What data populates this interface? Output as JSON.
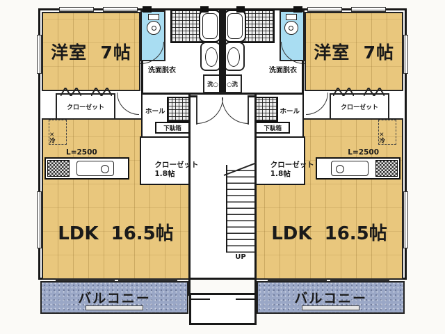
{
  "units": {
    "left": {
      "bedroom": "洋室  7帖",
      "closet": "クローゼット",
      "washroom": "洗面脱衣",
      "washer": "洗○",
      "hall": "ホール",
      "shoe_cabinet": "下駄箱",
      "closet_small_name": "クローゼット",
      "closet_small_size": "1.8帖",
      "fridge_mark": "✕",
      "fridge": "冷",
      "kitchen_length": "L=2500",
      "ldk": "LDK  16.5帖",
      "balcony": "バルコニー"
    },
    "right": {
      "bedroom": "洋室  7帖",
      "closet": "クローゼット",
      "washroom": "洗面脱衣",
      "washer": "○洗",
      "hall": "ホール",
      "shoe_cabinet": "下駄箱",
      "closet_small_name": "クローゼット",
      "closet_small_size": "1.8帖",
      "fridge_mark": "✕",
      "fridge": "冷",
      "kitchen_length": "L=2500",
      "ldk": "LDK  16.5帖",
      "balcony": "バルコニー"
    }
  },
  "stairwell": {
    "up": "UP"
  },
  "colors": {
    "floor": "#e9c77d",
    "water": "#a9ddf2",
    "balcony": "#9aa7c6",
    "wall": "#181818"
  }
}
